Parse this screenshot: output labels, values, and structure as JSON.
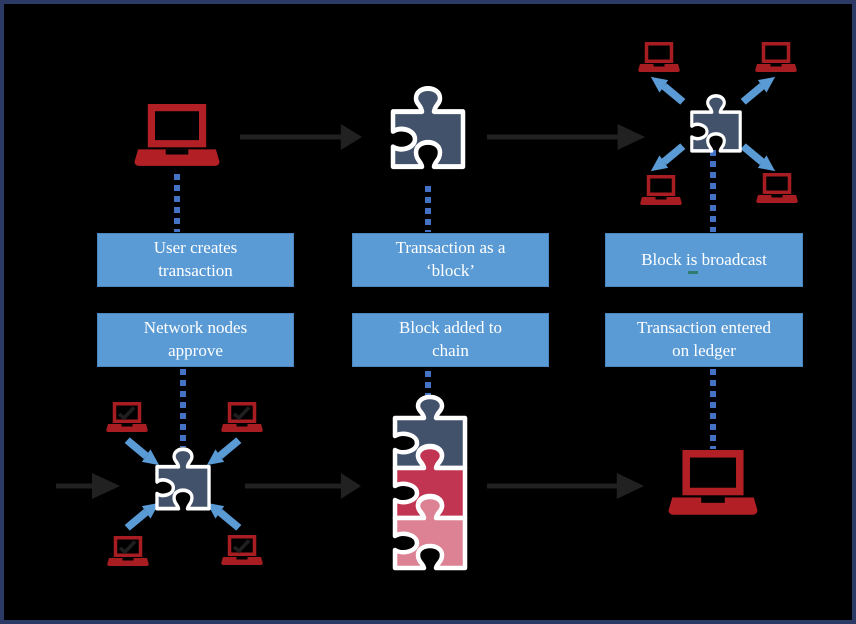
{
  "diagram": {
    "subject": "blockchain transaction flow",
    "labels": {
      "row1": [
        {
          "line1": "User creates",
          "line2": "transaction"
        },
        {
          "line1": "Transaction as a",
          "line2": "‘block’"
        },
        {
          "line1": "Block is broadcast",
          "line2": ""
        }
      ],
      "row2": [
        {
          "line1": "Network nodes",
          "line2": "approve"
        },
        {
          "line1": "Block added to",
          "line2": "chain"
        },
        {
          "line1": "Transaction entered",
          "line2": "on ledger"
        }
      ]
    },
    "icons": {
      "laptop": "laptop-icon (red computer)",
      "puzzle": "puzzle-piece-icon (block)",
      "puzzle_chain": "three stacked puzzle pieces (chain)",
      "flow_arrow": "black right arrow",
      "network_arrow": "blue diagonal arrow",
      "dotted_connector": "blue dotted line",
      "check": "checkmark on laptop screen"
    },
    "colors": {
      "background": "#000000",
      "frame_border": "#2E3A66",
      "label_box": "#5B9BD5",
      "label_text": "#FFFFFF",
      "dotted_connector": "#4472C4",
      "flow_arrow": "#212121",
      "network_arrow": "#5B9BD5",
      "laptop_red": "#B22025",
      "laptop_red_small": "#A81D22",
      "puzzle_navy": "#43526B",
      "puzzle_crimson": "#C23552",
      "puzzle_pink": "#DC8294",
      "puzzle_outline": "#FFFFFF",
      "grammar_mark": "#2E7D6E"
    }
  }
}
